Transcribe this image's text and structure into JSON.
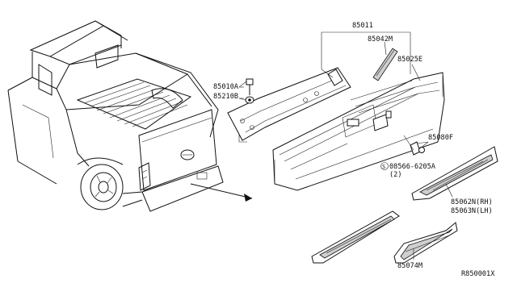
{
  "diagram": {
    "ref_code": "R850001X",
    "callouts": [
      {
        "id": "c-85011",
        "text": "85011"
      },
      {
        "id": "c-85042m",
        "text": "85042M"
      },
      {
        "id": "c-85025e",
        "text": "85025E"
      },
      {
        "id": "c-85010a",
        "text": "85010A"
      },
      {
        "id": "c-85210b",
        "text": "85210B"
      },
      {
        "id": "c-85080f",
        "text": "85080F"
      },
      {
        "id": "c-08566",
        "text": "08566-6205A"
      },
      {
        "id": "c-qty",
        "text": "(2)"
      },
      {
        "id": "c-85062n",
        "text": "85062N(RH)"
      },
      {
        "id": "c-85063n",
        "text": "85063N(LH)"
      },
      {
        "id": "c-85074m",
        "text": "85074M"
      }
    ],
    "screw_symbol": "S"
  }
}
